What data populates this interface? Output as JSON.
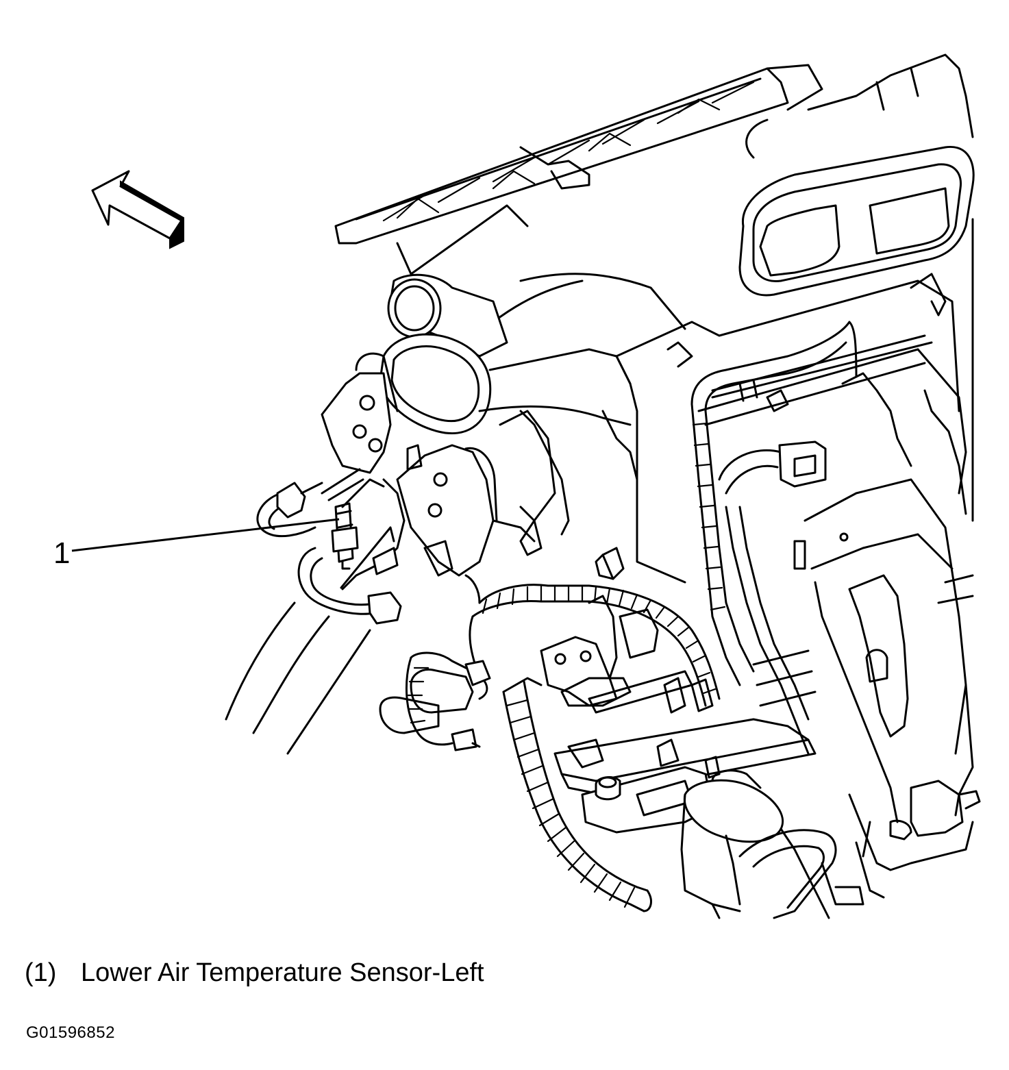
{
  "callout": {
    "number": "1"
  },
  "legend": {
    "items": [
      {
        "number": "(1)",
        "label": "Lower Air Temperature Sensor-Left"
      }
    ]
  },
  "figure": {
    "id": "G01596852"
  },
  "icons": {
    "direction_arrow": "front-direction-arrow-icon"
  }
}
